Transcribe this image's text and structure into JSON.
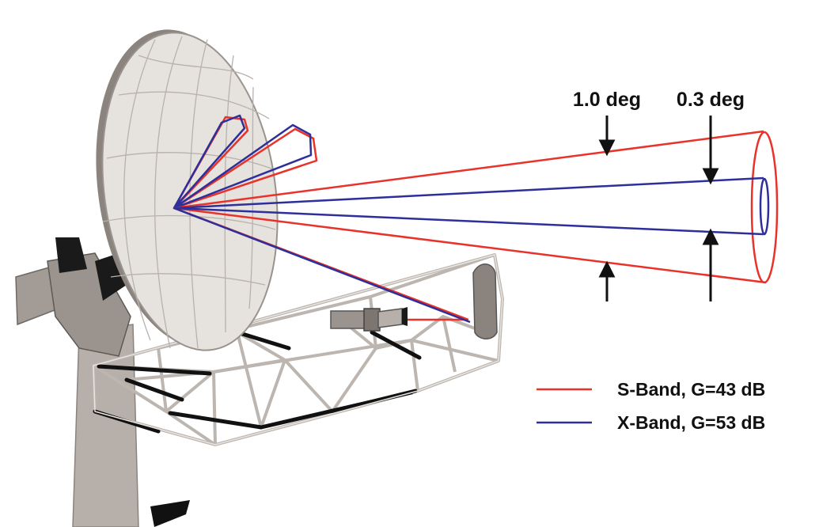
{
  "annotations": {
    "s_band_beamwidth": "1.0 deg",
    "x_band_beamwidth": "0.3 deg"
  },
  "legend": [
    {
      "text": "S-Band,  G=43 dB",
      "color": "#e8322a"
    },
    {
      "text": "X-Band,  G=53 dB",
      "color": "#2e2f9a"
    }
  ],
  "colors": {
    "s_band": "#e8322a",
    "x_band": "#2e2f9a",
    "dish_fill": "#e6e2de",
    "structure": "#bdb6b0",
    "dark": "#111111"
  }
}
